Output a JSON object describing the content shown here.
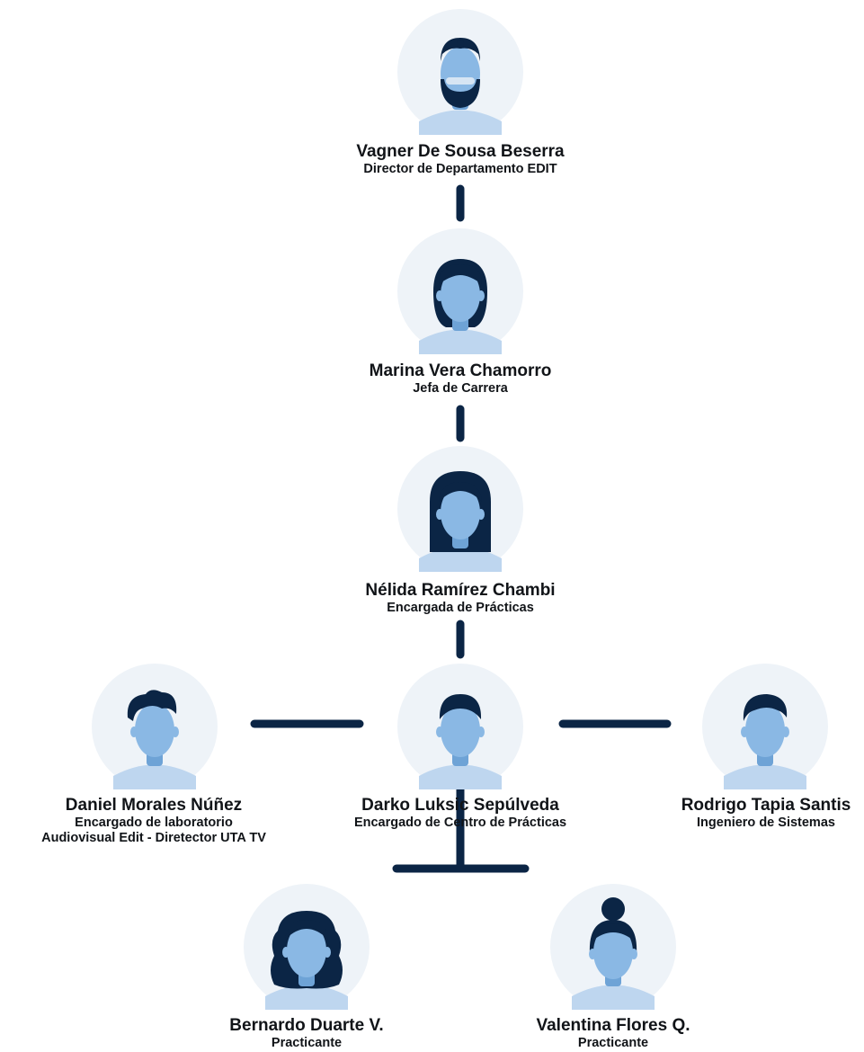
{
  "colors": {
    "circle": "#eef3f8",
    "shoulders": "#bed6ef",
    "skin": "#8ab8e4",
    "neck": "#6ea3d6",
    "hair": "#0b2545",
    "connector": "#0b2545"
  },
  "people": [
    {
      "id": "vagner",
      "name": "Vagner De Sousa Beserra",
      "role": [
        "Director de Departamento EDIT"
      ],
      "icon": "bearded-man-sunglasses-avatar"
    },
    {
      "id": "marina",
      "name": "Marina Vera Chamorro",
      "role": [
        "Jefa de Carrera"
      ],
      "icon": "woman-bob-hair-avatar"
    },
    {
      "id": "nelida",
      "name": "Nélida Ramírez Chambi",
      "role": [
        "Encargada de Prácticas"
      ],
      "icon": "woman-long-hair-avatar"
    },
    {
      "id": "daniel",
      "name": "Daniel Morales Núñez",
      "role": [
        "Encargado de laboratorio",
        "Audiovisual Edit - Diretector UTA TV"
      ],
      "icon": "man-curly-hair-avatar"
    },
    {
      "id": "darko",
      "name": "Darko Luksic Sepúlveda",
      "role": [
        "Encargado de Centro de Prácticas"
      ],
      "icon": "man-short-hair-avatar"
    },
    {
      "id": "rodrigo",
      "name": "Rodrigo Tapia Santis",
      "role": [
        "Ingeniero de Sistemas"
      ],
      "icon": "man-side-part-avatar"
    },
    {
      "id": "bernardo",
      "name": "Bernardo Duarte V.",
      "role": [
        "Practicante"
      ],
      "icon": "woman-wavy-hair-avatar"
    },
    {
      "id": "valentina",
      "name": "Valentina Flores Q.",
      "role": [
        "Practicante"
      ],
      "icon": "woman-bun-hair-avatar"
    }
  ]
}
